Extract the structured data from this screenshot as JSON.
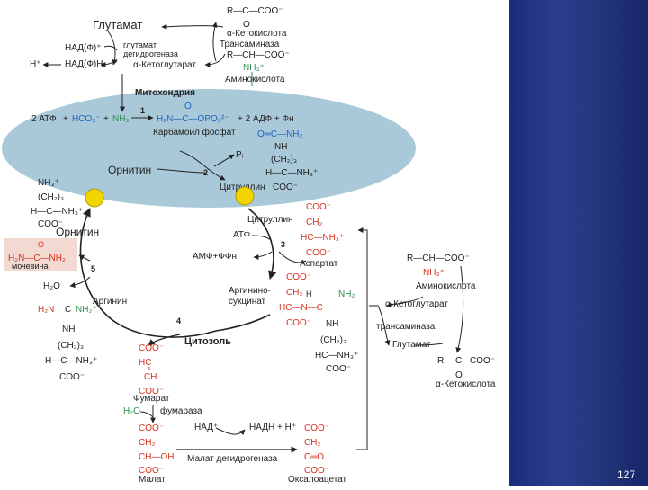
{
  "slide": {
    "page_number": "127",
    "accent_color": "#2b3e8f",
    "mito_color": "#a9c9d8",
    "red": "#d6331f",
    "blue": "#1d63c6",
    "green": "#2f8f4f"
  },
  "top": {
    "glutamate": "Глутамат",
    "nadp_plus": "НАД(Ф)⁺",
    "nadph": "НАД(Ф)Н",
    "h_plus": "H⁺",
    "gdh_enzyme_line1": "глутамат",
    "gdh_enzyme_line2": "дегидрогеназа",
    "alpha_kg": "α-Кетоглутарат",
    "keto_acid_formula": "R—C—COO⁻",
    "keto_acid_o": "O",
    "keto_acid": "α-Кетокислота",
    "transaminase": "Трансаминаза",
    "amino_formula": "R—CH—COO⁻",
    "amino_nh3": "NH₃⁺",
    "amino_acid": "Аминокислота"
  },
  "mito": {
    "label": "Митохондрия",
    "atp_2": "2 АТФ",
    "plus1": "+",
    "hco3": "HCO₃⁻",
    "plus2": "+",
    "nh3": "NH₃",
    "step1": "1",
    "carbamoyl_formula": "H₂N—C—OPO₃²⁻",
    "carbamoyl_o": "O",
    "products": "+ 2 АДФ + Фн",
    "carbamoyl_phosphate": "Карбамоил фосфат",
    "ornithine": "Орнитин",
    "step2": "2",
    "pi": "Pᵢ",
    "citrulline": "Цитруллин",
    "citr_1": "O═C—NH₂",
    "citr_2": "NH",
    "citr_3": "(CH₂)₃",
    "citr_4": "H—C—NH₃⁺",
    "citr_5": "COO⁻"
  },
  "left": {
    "orn_1": "NH₃⁺",
    "orn_2": "(CH₂)₃",
    "orn_3": "H—C—NH₃⁺",
    "orn_4": "COO⁻",
    "ornithine": "Орнитин",
    "urea_o": "O",
    "urea_formula": "H₂N—C—NH₂",
    "urea": "мочевина",
    "step5": "5",
    "h2o": "H₂O",
    "arg_1": "H₂N",
    "arg_2": "C",
    "arg_3": "NH₂⁺",
    "arginine": "Аргинин",
    "arg_4": "NH",
    "arg_5": "(CH₂)₃",
    "arg_6": "H—C—NH₃⁺",
    "arg_7": "COO⁻"
  },
  "cycle": {
    "cytosol": "Цитозоль",
    "citrulline": "Цитруллин",
    "atp": "АТФ",
    "step3": "3",
    "amp": "АМФ+ФФн",
    "aspartate": "Аспартат",
    "asp_1": "COO⁻",
    "asp_2": "CH₂",
    "asp_3": "HC—NH₃⁺",
    "asp_4": "COO⁻",
    "argsucc_1": "Аргинино-",
    "argsucc_2": "сукцинат",
    "as_1": "COO⁻",
    "as_2": "CH₂",
    "as_3": "HC—N—C",
    "as_4": "H",
    "as_5": "NH₂",
    "as_6": "NH",
    "as_7": "(CH₂)₃",
    "as_8": "HC—NH₃⁺",
    "as_9": "COO⁻",
    "as_10": "COO⁻",
    "step4": "4"
  },
  "bottom": {
    "fum_1": "COO⁻",
    "fum_2": "HC",
    "fum_3": "CH",
    "fum_4": "COO⁻",
    "fumarate": "Фумарат",
    "h2o": "H₂O",
    "fumarase": "фумараза",
    "nad_plus": "НАД⁺",
    "nadh": "НАДН + H⁺",
    "mal_1": "COO⁻",
    "mal_2": "CH₂",
    "mal_3": "CH—OH",
    "mal_4": "COO⁻",
    "malate": "Малат",
    "mdh": "Малат дегидрогеназа",
    "oaa_1": "COO⁻",
    "oaa_2": "CH₂",
    "oaa_3": "C═O",
    "oaa_4": "COO⁻",
    "oxaloacetate": "Оксалоацетат"
  },
  "right": {
    "amino_formula": "R—CH—COO⁻",
    "amino_nh3": "NH₃⁺",
    "amino_acid": "Аминокислота",
    "alpha_kg": "α-Кетоглутарат",
    "transaminase": "трансаминаза",
    "glutamate": "Глутамат",
    "keto_r": "R",
    "keto_c": "C",
    "keto_coo": "COO⁻",
    "keto_o": "O",
    "keto_acid": "α-Кетокислота"
  }
}
